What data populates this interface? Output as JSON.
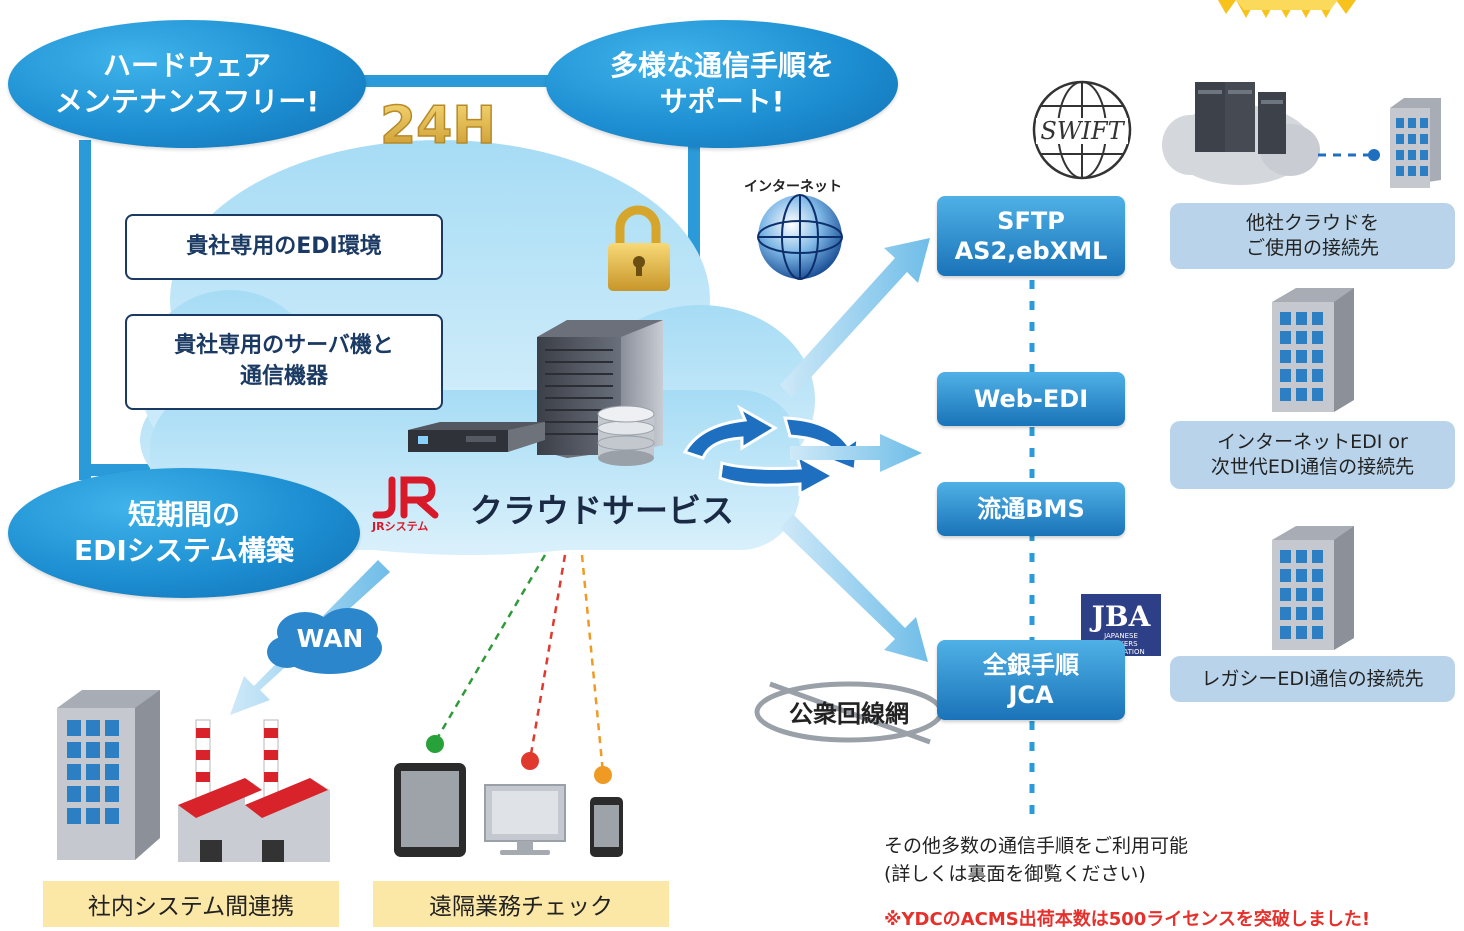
{
  "bubbles": {
    "hardware": [
      "ハードウェア",
      "メンテナンスフリー!"
    ],
    "protocols": [
      "多様な通信手順を",
      "サポート!"
    ],
    "short_term": [
      "短期間の",
      "EDIシステム構築"
    ]
  },
  "badge_24h": "24H",
  "cloud": {
    "box1": "貴社専用のEDI環境",
    "box2": [
      "貴社専用のサーバ機と",
      "通信機器"
    ],
    "logo_letters": "JR",
    "logo_sub": "JRシステム",
    "service_label": "クラウドサービス"
  },
  "wan_label": "WAN",
  "internet_label": "インターネット",
  "swift_label": "SWIFT",
  "jba": {
    "letters": "JBA",
    "sub": [
      "JAPANESE",
      "BANKERS",
      "ASSOCIATION"
    ]
  },
  "protocols": {
    "sftp": [
      "SFTP",
      "AS2,ebXML"
    ],
    "webedi": "Web-EDI",
    "bms": "流通BMS",
    "zengin": [
      "全銀手順",
      "JCA"
    ]
  },
  "public_network": "公衆回線網",
  "destinations": {
    "other_cloud": [
      "他社クラウドを",
      "ご使用の接続先"
    ],
    "internet_edi": [
      "インターネットEDI or",
      "次世代EDI通信の接続先"
    ],
    "legacy": "レガシーEDI通信の接続先"
  },
  "bottom": {
    "internal": "社内システム間連携",
    "remote": "遠隔業務チェック"
  },
  "note": [
    "その他多数の通信手順をご利用可能",
    "(詳しくは裏面を御覧ください)"
  ],
  "notice": "※YDCのACMS出荷本数は500ライセンスを突破しました!",
  "colors": {
    "accent_blue": "#1d8fd2",
    "navy": "#1b3a63",
    "jr_red": "#d7192a",
    "notice_red": "#e6302c",
    "label_yellow": "#fbe7a6",
    "dest_blue": "#b9d4ea"
  }
}
